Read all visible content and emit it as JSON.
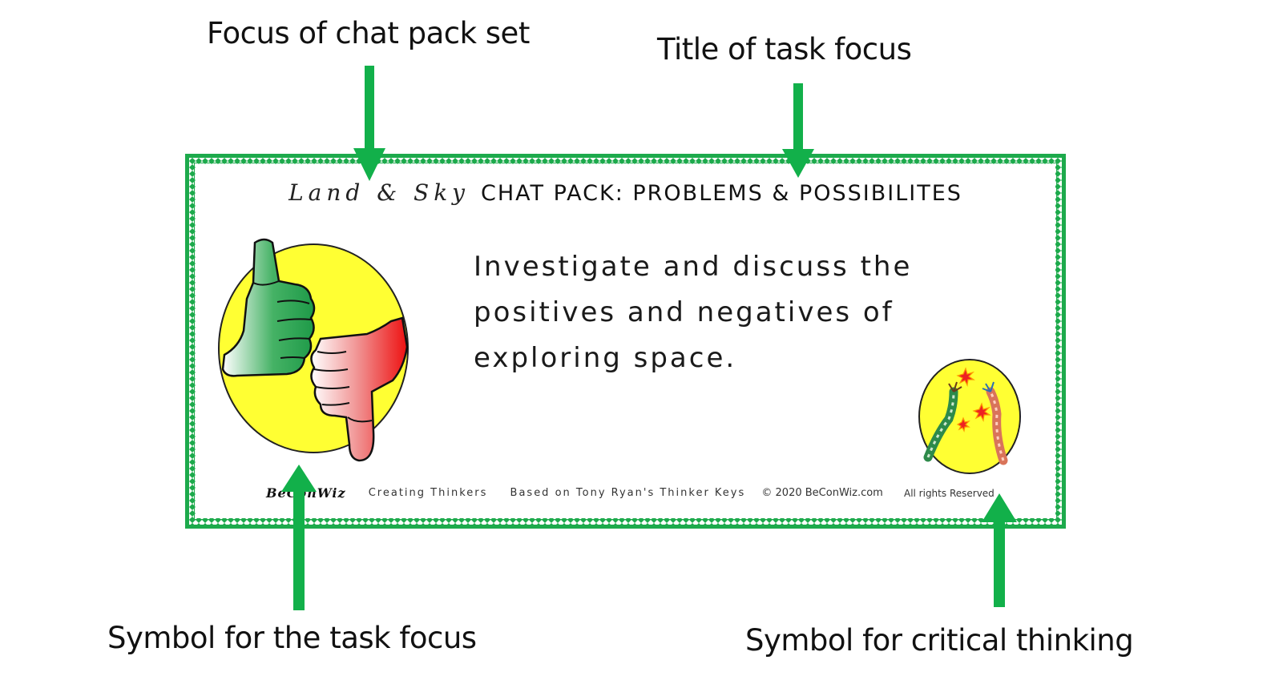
{
  "callouts": {
    "focus_of_set": "Focus of chat pack set",
    "title_of_task": "Title of task focus",
    "symbol_task": "Symbol for the task focus",
    "symbol_critical": "Symbol for critical thinking"
  },
  "card": {
    "set_name": "Land & Sky",
    "pack_title": "CHAT PACK: PROBLEMS & POSSIBILITES",
    "task_text": "Investigate and discuss the positives and negatives of exploring space.",
    "footer": {
      "brand": "BeConWiz",
      "tagline": "Creating Thinkers",
      "based_on": "Based on Tony Ryan's Thinker Keys",
      "copyright": "© 2020 BeConWiz.com",
      "rights": "All rights Reserved"
    },
    "task_icon": "thumbs-up-thumbs-down-icon",
    "critical_icon": "critical-thinking-wires-icon"
  },
  "colors": {
    "arrow": "#12b04a",
    "border": "#1daa4c",
    "circle": "#ffff33"
  }
}
